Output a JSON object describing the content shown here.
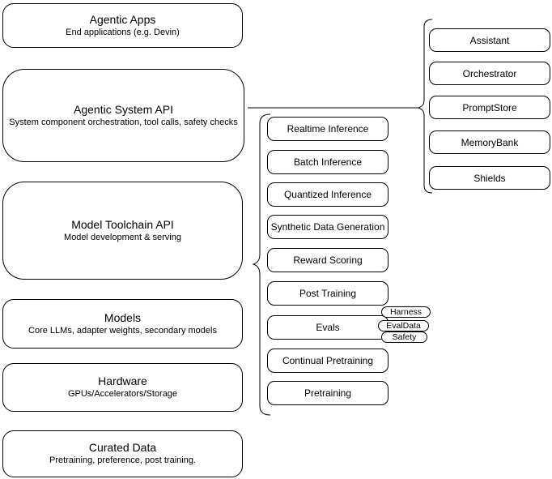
{
  "diagram": {
    "left_boxes": [
      {
        "title": "Agentic Apps",
        "subtitle": "End applications (e.g. Devin)"
      },
      {
        "title": "Agentic System API",
        "subtitle": "System component orchestration, tool calls, safety checks"
      },
      {
        "title": "Model Toolchain API",
        "subtitle": "Model development & serving"
      },
      {
        "title": "Models",
        "subtitle": "Core LLMs, adapter weights, secondary models"
      },
      {
        "title": "Hardware",
        "subtitle": "GPUs/Accelerators/Storage"
      },
      {
        "title": "Curated Data",
        "subtitle": "Pretraining, preference, post training."
      }
    ],
    "middle_nodes": [
      "Realtime Inference",
      "Batch Inference",
      "Quantized Inference",
      "Synthetic Data Generation",
      "Reward Scoring",
      "Post Training",
      "Evals",
      "Continual Pretraining",
      "Pretraining"
    ],
    "eval_pills": [
      "Harness",
      "EvalData",
      "Safety"
    ],
    "right_nodes": [
      "Assistant",
      "Orchestrator",
      "PromptStore",
      "MemoryBank",
      "Shields"
    ],
    "colors": {
      "stroke": "#000000",
      "fill": "#ffffff",
      "background": "#ffffff"
    }
  }
}
